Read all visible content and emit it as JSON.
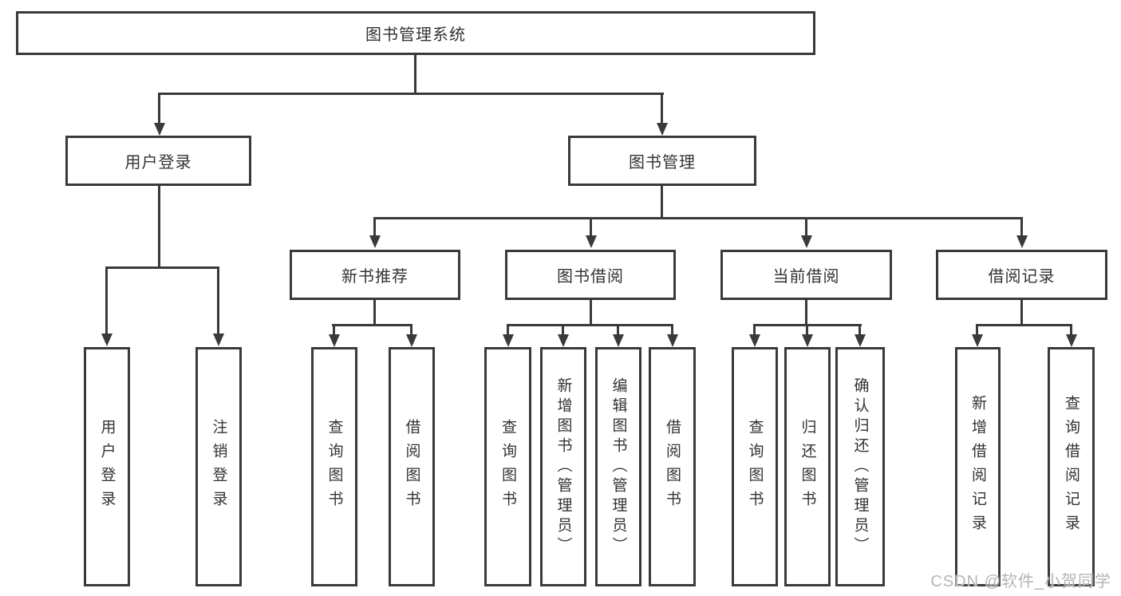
{
  "diagram": {
    "title_node": {
      "label": "图书管理系统"
    },
    "level1": [
      {
        "label": "用户登录"
      },
      {
        "label": "图书管理"
      }
    ],
    "level2": [
      {
        "label": "新书推荐"
      },
      {
        "label": "图书借阅"
      },
      {
        "label": "当前借阅"
      },
      {
        "label": "借阅记录"
      }
    ],
    "leaves": [
      {
        "label": "用户登录"
      },
      {
        "label": "注销登录"
      },
      {
        "label": "查询图书"
      },
      {
        "label": "借阅图书"
      },
      {
        "label": "查询图书"
      },
      {
        "label": "新增图书（管理员）"
      },
      {
        "label": "编辑图书（管理员）"
      },
      {
        "label": "借阅图书"
      },
      {
        "label": "查询图书"
      },
      {
        "label": "归还图书"
      },
      {
        "label": "确认归还（管理员）"
      },
      {
        "label": "新增借阅记录"
      },
      {
        "label": "查询借阅记录"
      }
    ],
    "watermark": "CSDN @软件_小贺同学",
    "colors": {
      "line": "#3a3a3a",
      "text": "#333333",
      "watermark": "#b5b5b5",
      "background": "#ffffff"
    }
  }
}
